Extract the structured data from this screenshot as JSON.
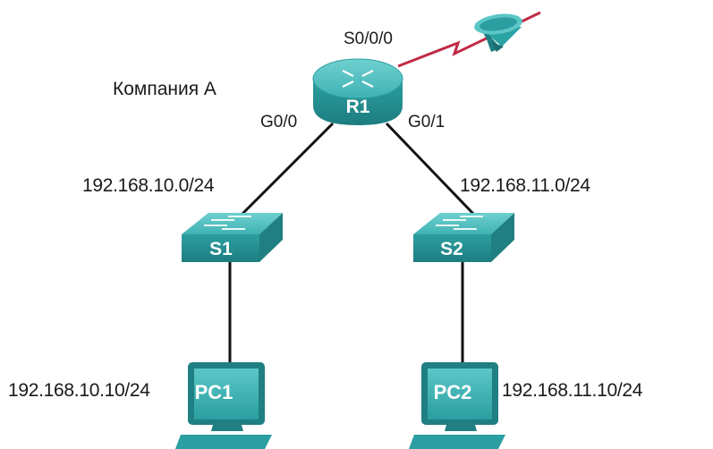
{
  "company_label": "Компания A",
  "ports": {
    "serial": "S0/0/0",
    "g00": "G0/0",
    "g01": "G0/1"
  },
  "networks": {
    "left_lan": "192.168.10.0/24",
    "right_lan": "192.168.11.0/24"
  },
  "devices": {
    "router": "R1",
    "switch_left": "S1",
    "switch_right": "S2",
    "pc_left": "PC1",
    "pc_right": "PC2"
  },
  "host_ips": {
    "pc1": "192.168.10.10/24",
    "pc2": "192.168.11.10/24"
  },
  "colors": {
    "device_teal": "#2aa3a5",
    "device_dark": "#1f7f82",
    "device_light": "#5cc6c6",
    "link": "#111111",
    "serial_link": "#c02a46"
  }
}
